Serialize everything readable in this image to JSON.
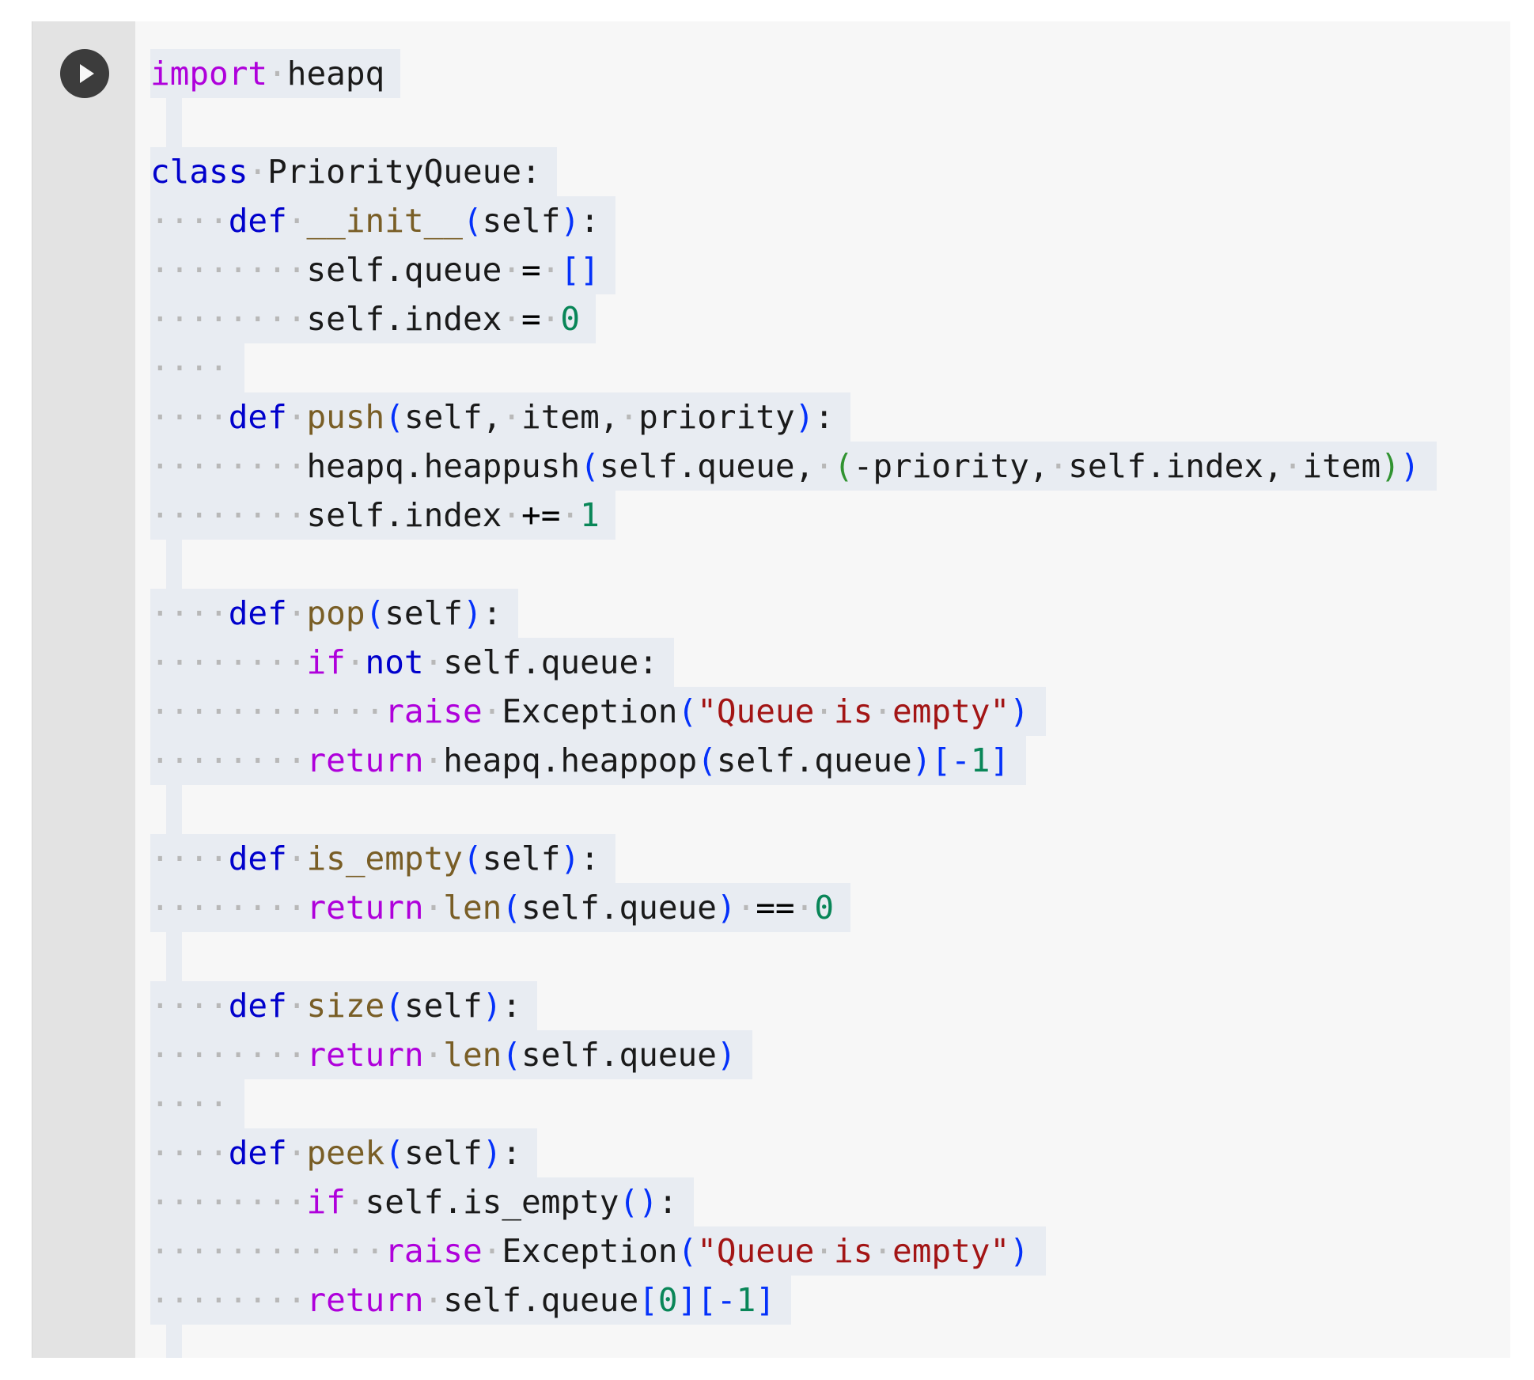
{
  "colors": {
    "keyword": "#0000cc",
    "import_keyword": "#af00db",
    "function_name": "#795e26",
    "number": "#098658",
    "string": "#a31515",
    "bracket_level1": "#0431fa",
    "bracket_level2": "#319331",
    "text": "#1a1a1a",
    "indent_dots": "#b8b8b8",
    "line_highlight": "#e8ecf2",
    "cell_background": "#f7f7f7",
    "gutter_background": "#e3e3e3",
    "run_button": "#3c3c3c"
  },
  "run_button": {
    "icon": "play-icon"
  },
  "code": {
    "lines": [
      {
        "indent": "",
        "tokens": [
          [
            "imp",
            "import"
          ],
          [
            "ind",
            "·"
          ],
          [
            "txt",
            "heapq"
          ]
        ]
      },
      {
        "indent": "",
        "tokens": []
      },
      {
        "indent": "",
        "tokens": [
          [
            "kw",
            "class"
          ],
          [
            "ind",
            "·"
          ],
          [
            "txt",
            "PriorityQueue:"
          ]
        ]
      },
      {
        "indent": "····",
        "tokens": [
          [
            "kw",
            "def"
          ],
          [
            "ind",
            "·"
          ],
          [
            "fn",
            "__init__"
          ],
          [
            "b1",
            "("
          ],
          [
            "txt",
            "self"
          ],
          [
            "b1",
            ")"
          ],
          [
            "txt",
            ":"
          ]
        ]
      },
      {
        "indent": "········",
        "tokens": [
          [
            "txt",
            "self.queue"
          ],
          [
            "ind",
            "·"
          ],
          [
            "op",
            "="
          ],
          [
            "ind",
            "·"
          ],
          [
            "b1",
            "[]"
          ]
        ]
      },
      {
        "indent": "········",
        "tokens": [
          [
            "txt",
            "self.index"
          ],
          [
            "ind",
            "·"
          ],
          [
            "op",
            "="
          ],
          [
            "ind",
            "·"
          ],
          [
            "num",
            "0"
          ]
        ]
      },
      {
        "indent": "····",
        "tokens": []
      },
      {
        "indent": "····",
        "tokens": [
          [
            "kw",
            "def"
          ],
          [
            "ind",
            "·"
          ],
          [
            "fn",
            "push"
          ],
          [
            "b1",
            "("
          ],
          [
            "txt",
            "self,"
          ],
          [
            "ind",
            "·"
          ],
          [
            "txt",
            "item,"
          ],
          [
            "ind",
            "·"
          ],
          [
            "txt",
            "priority"
          ],
          [
            "b1",
            ")"
          ],
          [
            "txt",
            ":"
          ]
        ]
      },
      {
        "indent": "········",
        "tokens": [
          [
            "txt",
            "heapq.heappush"
          ],
          [
            "b1",
            "("
          ],
          [
            "txt",
            "self.queue,"
          ],
          [
            "ind",
            "·"
          ],
          [
            "b2",
            "("
          ],
          [
            "txt",
            "-priority,"
          ],
          [
            "ind",
            "·"
          ],
          [
            "txt",
            "self.index,"
          ],
          [
            "ind",
            "·"
          ],
          [
            "txt",
            "item"
          ],
          [
            "b2",
            ")"
          ],
          [
            "b1",
            ")"
          ]
        ]
      },
      {
        "indent": "········",
        "tokens": [
          [
            "txt",
            "self.index"
          ],
          [
            "ind",
            "·"
          ],
          [
            "op",
            "+="
          ],
          [
            "ind",
            "·"
          ],
          [
            "num",
            "1"
          ]
        ]
      },
      {
        "indent": "",
        "tokens": []
      },
      {
        "indent": "····",
        "tokens": [
          [
            "kw",
            "def"
          ],
          [
            "ind",
            "·"
          ],
          [
            "fn",
            "pop"
          ],
          [
            "b1",
            "("
          ],
          [
            "txt",
            "self"
          ],
          [
            "b1",
            ")"
          ],
          [
            "txt",
            ":"
          ]
        ]
      },
      {
        "indent": "········",
        "tokens": [
          [
            "imp",
            "if"
          ],
          [
            "ind",
            "·"
          ],
          [
            "kw",
            "not"
          ],
          [
            "ind",
            "·"
          ],
          [
            "txt",
            "self.queue:"
          ]
        ]
      },
      {
        "indent": "············",
        "tokens": [
          [
            "imp",
            "raise"
          ],
          [
            "ind",
            "·"
          ],
          [
            "txt",
            "Exception"
          ],
          [
            "b1",
            "("
          ],
          [
            "str",
            "\"Queue"
          ],
          [
            "ind",
            "·"
          ],
          [
            "str",
            "is"
          ],
          [
            "ind",
            "·"
          ],
          [
            "str",
            "empty\""
          ],
          [
            "b1",
            ")"
          ]
        ]
      },
      {
        "indent": "········",
        "tokens": [
          [
            "imp",
            "return"
          ],
          [
            "ind",
            "·"
          ],
          [
            "txt",
            "heapq.heappop"
          ],
          [
            "b1",
            "("
          ],
          [
            "txt",
            "self.queue"
          ],
          [
            "b1",
            ")[-"
          ],
          [
            "num",
            "1"
          ],
          [
            "b1",
            "]"
          ]
        ]
      },
      {
        "indent": "",
        "tokens": []
      },
      {
        "indent": "····",
        "tokens": [
          [
            "kw",
            "def"
          ],
          [
            "ind",
            "·"
          ],
          [
            "fn",
            "is_empty"
          ],
          [
            "b1",
            "("
          ],
          [
            "txt",
            "self"
          ],
          [
            "b1",
            ")"
          ],
          [
            "txt",
            ":"
          ]
        ]
      },
      {
        "indent": "········",
        "tokens": [
          [
            "imp",
            "return"
          ],
          [
            "ind",
            "·"
          ],
          [
            "fn",
            "len"
          ],
          [
            "b1",
            "("
          ],
          [
            "txt",
            "self.queue"
          ],
          [
            "b1",
            ")"
          ],
          [
            "ind",
            "·"
          ],
          [
            "op",
            "=="
          ],
          [
            "ind",
            "·"
          ],
          [
            "num",
            "0"
          ]
        ]
      },
      {
        "indent": "",
        "tokens": []
      },
      {
        "indent": "····",
        "tokens": [
          [
            "kw",
            "def"
          ],
          [
            "ind",
            "·"
          ],
          [
            "fn",
            "size"
          ],
          [
            "b1",
            "("
          ],
          [
            "txt",
            "self"
          ],
          [
            "b1",
            ")"
          ],
          [
            "txt",
            ":"
          ]
        ]
      },
      {
        "indent": "········",
        "tokens": [
          [
            "imp",
            "return"
          ],
          [
            "ind",
            "·"
          ],
          [
            "fn",
            "len"
          ],
          [
            "b1",
            "("
          ],
          [
            "txt",
            "self.queue"
          ],
          [
            "b1",
            ")"
          ]
        ]
      },
      {
        "indent": "····",
        "tokens": []
      },
      {
        "indent": "····",
        "tokens": [
          [
            "kw",
            "def"
          ],
          [
            "ind",
            "·"
          ],
          [
            "fn",
            "peek"
          ],
          [
            "b1",
            "("
          ],
          [
            "txt",
            "self"
          ],
          [
            "b1",
            ")"
          ],
          [
            "txt",
            ":"
          ]
        ]
      },
      {
        "indent": "········",
        "tokens": [
          [
            "imp",
            "if"
          ],
          [
            "ind",
            "·"
          ],
          [
            "txt",
            "self.is_empty"
          ],
          [
            "b1",
            "()"
          ],
          [
            "txt",
            ":"
          ]
        ]
      },
      {
        "indent": "············",
        "tokens": [
          [
            "imp",
            "raise"
          ],
          [
            "ind",
            "·"
          ],
          [
            "txt",
            "Exception"
          ],
          [
            "b1",
            "("
          ],
          [
            "str",
            "\"Queue"
          ],
          [
            "ind",
            "·"
          ],
          [
            "str",
            "is"
          ],
          [
            "ind",
            "·"
          ],
          [
            "str",
            "empty\""
          ],
          [
            "b1",
            ")"
          ]
        ]
      },
      {
        "indent": "········",
        "tokens": [
          [
            "imp",
            "return"
          ],
          [
            "ind",
            "·"
          ],
          [
            "txt",
            "self.queue"
          ],
          [
            "b1",
            "["
          ],
          [
            "num",
            "0"
          ],
          [
            "b1",
            "][-"
          ],
          [
            "num",
            "1"
          ],
          [
            "b1",
            "]"
          ]
        ]
      },
      {
        "indent": "",
        "tokens": []
      }
    ]
  }
}
